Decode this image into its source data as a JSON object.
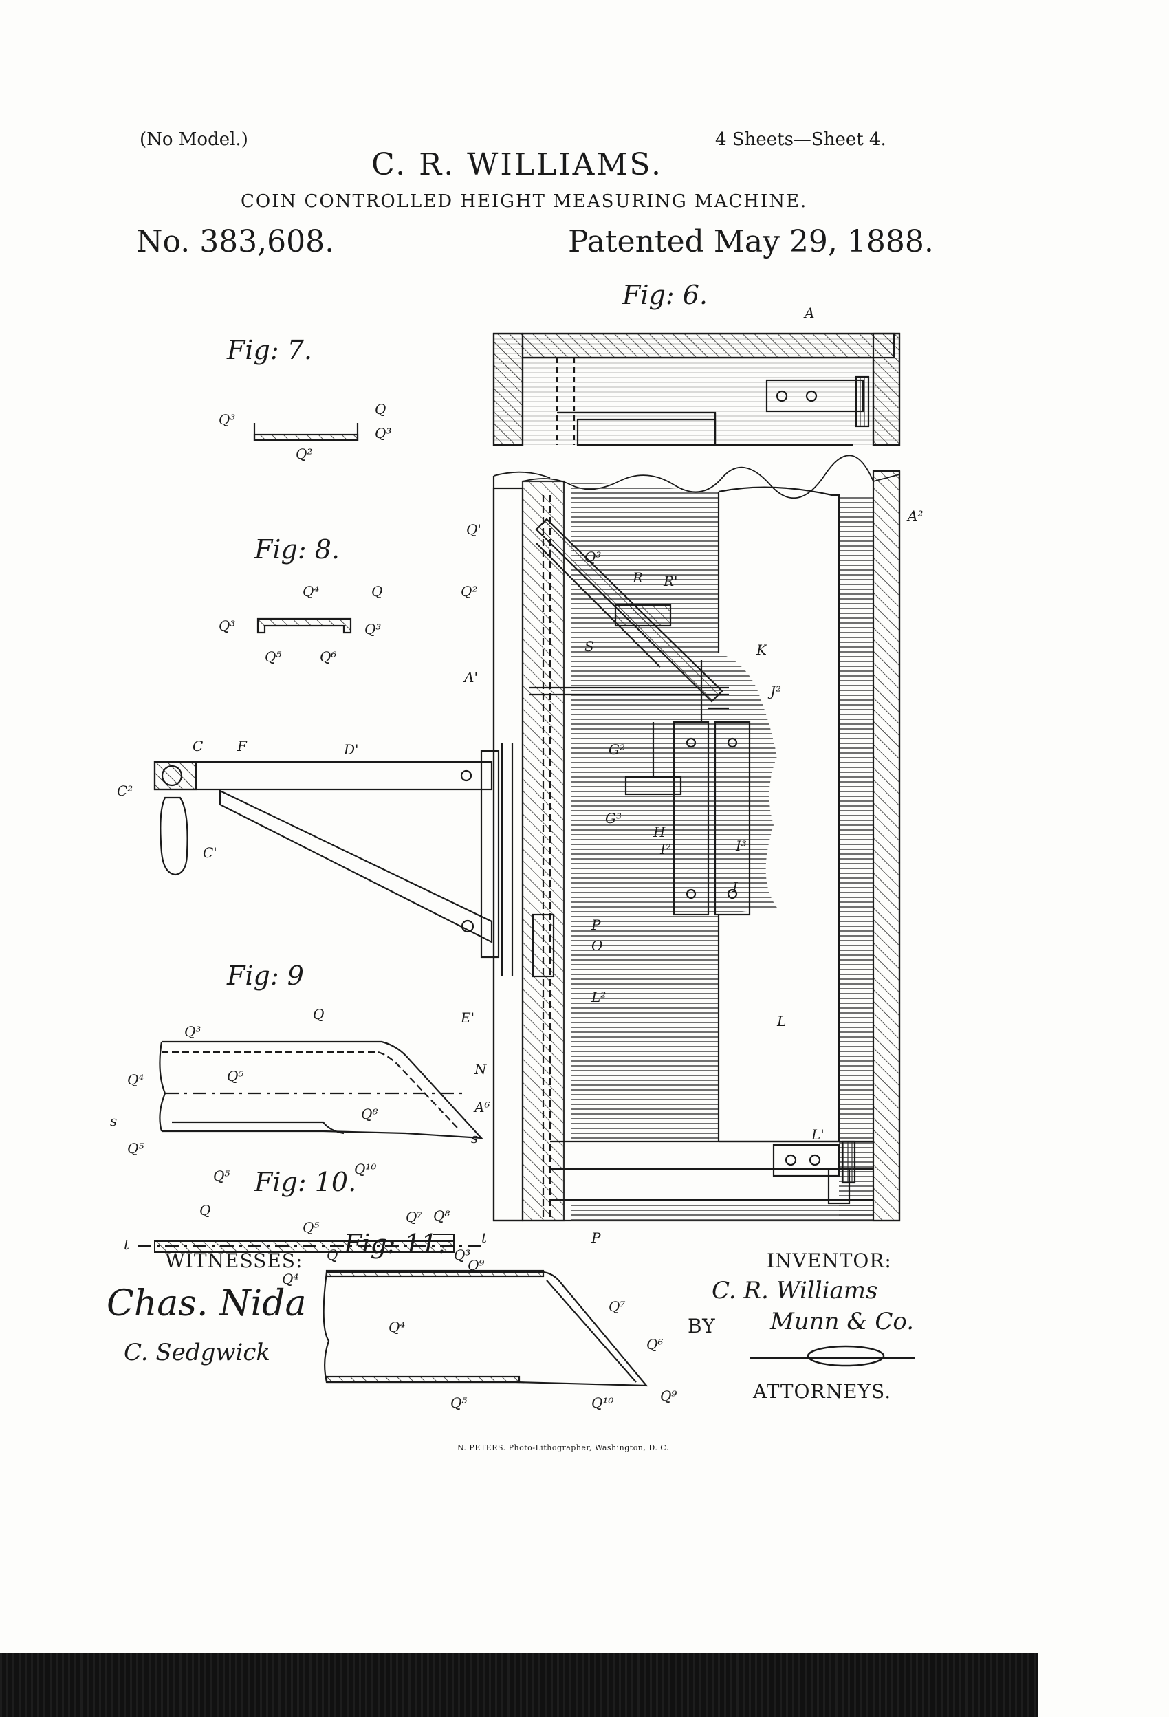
{
  "header": {
    "no_model": "(No Model.)",
    "inventor_name": "C. R. WILLIAMS.",
    "sheets": "4 Sheets—Sheet 4.",
    "title": "COIN CONTROLLED HEIGHT MEASURING MACHINE.",
    "patent_number": "No. 383,608.",
    "patented_date": "Patented May 29, 1888."
  },
  "figures": {
    "fig6": "Fig: 6.",
    "fig7": "Fig: 7.",
    "fig8": "Fig: 8.",
    "fig9": "Fig: 9",
    "fig10": "Fig: 10.",
    "fig11": "Fig: 11."
  },
  "witnesses": {
    "label": "WITNESSES:",
    "signature_1": "Chas. Nida",
    "signature_2": "C. Sedgwick"
  },
  "inventor": {
    "label": "INVENTOR:",
    "signature": "C. R. Williams",
    "by": "BY",
    "attorney_signature": "Munn & Co.",
    "attorneys_label": "ATTORNEYS."
  },
  "footer": {
    "printer": "N. PETERS. Photo-Lithographer, Washington, D. C."
  },
  "labels": {
    "A": "A",
    "A2": "A²",
    "A1": "A'",
    "A6": "A⁶",
    "Q1": "Q'",
    "Q2": "Q²",
    "Q3": "Q³",
    "R": "R",
    "R1": "R'",
    "S": "S",
    "K": "K",
    "J2": "J²",
    "G2": "G²",
    "G3": "G³",
    "H": "H",
    "I": "I",
    "I2": "I²",
    "I3": "I³",
    "L": "L",
    "L1": "L'",
    "L2": "L²",
    "C": "C",
    "C1": "C'",
    "C2": "C²",
    "F": "F",
    "D1": "D'",
    "P": "P",
    "O": "O",
    "E1": "E'",
    "N": "N",
    "f7_Q3a": "Q³",
    "f7_Q": "Q",
    "f7_Q3b": "Q³",
    "f7_Q2": "Q²",
    "f8_Q4": "Q⁴",
    "f8_Q": "Q",
    "f8_Q3a": "Q³",
    "f8_Q3b": "Q³",
    "f8_Q5": "Q⁵",
    "f8_Q6": "Q⁶",
    "f9_Q": "Q",
    "f9_Q3": "Q³",
    "f9_Q4": "Q⁴",
    "f9_Q5a": "Q⁵",
    "f9_s1": "s",
    "f9_Q8": "Q⁸",
    "f9_s2": "s",
    "f9_Q5b": "Q⁵",
    "f9_Q5c": "Q⁵",
    "f9_Q10": "Q¹⁰",
    "f10_Q": "Q",
    "f10_Q5": "Q⁵",
    "f10_Q7": "Q⁷",
    "f10_Q8": "Q⁸",
    "f10_t1": "t",
    "f10_t2": "t",
    "f10_Q9": "Q⁹",
    "f10_Q4": "Q⁴",
    "f11_Q": "Q",
    "f11_Q3": "Q³",
    "f11_Q4": "Q⁴",
    "f11_Q7": "Q⁷",
    "f11_Q6": "Q⁶",
    "f11_Q5": "Q⁵",
    "f11_Q10": "Q¹⁰",
    "f11_Q9": "Q⁹"
  }
}
